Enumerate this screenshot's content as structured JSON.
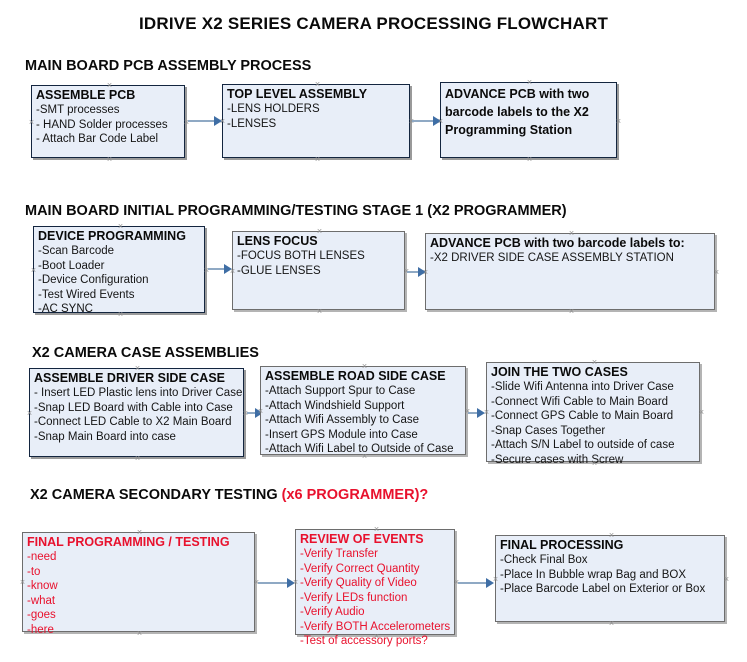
{
  "title": "IDRIVE X2  SERIES CAMERA PROCESSING FLOWCHART",
  "sections": [
    {
      "heading": "MAIN BOARD PCB ASSEMBLY PROCESS",
      "heading_red": "",
      "boxes": [
        {
          "title": "ASSEMBLE PCB",
          "lines": [
            "-SMT processes",
            "- HAND Solder processes",
            "- Attach Bar Code Label"
          ]
        },
        {
          "title": "TOP LEVEL ASSEMBLY",
          "lines": [
            "-LENS HOLDERS",
            "-LENSES"
          ]
        },
        {
          "title": "ADVANCE PCB with two barcode labels to the  X2 Programming Station",
          "lines": []
        }
      ]
    },
    {
      "heading": "MAIN BOARD INITIAL PROGRAMMING/TESTING STAGE 1 (X2 PROGRAMMER)",
      "heading_red": "",
      "boxes": [
        {
          "title": "DEVICE PROGRAMMING",
          "lines": [
            "-Scan Barcode",
            "-Boot Loader",
            "-Device Configuration",
            "-Test Wired Events",
            "-AC SYNC"
          ]
        },
        {
          "title": "LENS FOCUS",
          "lines": [
            "-FOCUS BOTH LENSES",
            "-GLUE LENSES"
          ]
        },
        {
          "title": "ADVANCE PCB with two barcode labels to:",
          "lines": [
            "-X2 DRIVER  SIDE  CASE  ASSEMBLY STATION"
          ]
        }
      ]
    },
    {
      "heading": "X2 CAMERA CASE ASSEMBLIES",
      "heading_red": "",
      "boxes": [
        {
          "title": "ASSEMBLE DRIVER SIDE CASE",
          "lines": [
            "- Insert LED Plastic lens into Driver Case",
            "-Snap LED Board with Cable into Case",
            "-Connect LED Cable to X2 Main Board",
            "-Snap Main Board into case"
          ]
        },
        {
          "title": "ASSEMBLE ROAD SIDE CASE",
          "lines": [
            "-Attach Support Spur to Case",
            "-Attach Windshield Support",
            "-Attach Wifi Assembly to Case",
            "-Insert GPS Module into Case",
            "-Attach Wifi Label to Outside of Case"
          ]
        },
        {
          "title": "JOIN THE TWO CASES",
          "lines": [
            "-Slide Wifi Antenna into Driver Case",
            "-Connect Wifi Cable to Main Board",
            "-Connect GPS Cable to Main Board",
            "-Snap Cases Together",
            "-Attach S/N Label to outside of case",
            "-Secure cases with Screw"
          ]
        }
      ]
    },
    {
      "heading": "X2 CAMERA SECONDARY TESTING ",
      "heading_red": "(x6 PROGRAMMER)?",
      "boxes": [
        {
          "title": "FINAL PROGRAMMING / TESTING",
          "lines": [
            "-need",
            "-to",
            "-know",
            "-what",
            "-goes",
            "-here"
          ]
        },
        {
          "title": "REVIEW OF EVENTS",
          "lines": [
            "-Verify Transfer",
            "-Verify Correct Quantity",
            "-Verify Quality of Video",
            "-Verify LEDs function",
            "-Verify Audio",
            "-Verify BOTH Accelerometers",
            "-Test of accessory ports?"
          ]
        },
        {
          "title": "FINAL PROCESSING",
          "lines": [
            " -Check Final Box",
            "-Place In Bubble wrap Bag and BOX",
            "-Place Barcode Label on Exterior or Box"
          ]
        }
      ]
    }
  ],
  "colors": {
    "box_fill": "#e8eef8",
    "box_border": "#13253f",
    "connector": "#8fa9c4",
    "arrow": "#3f6ea5",
    "red_text": "#e8112d",
    "text": "#0a0a0a"
  }
}
